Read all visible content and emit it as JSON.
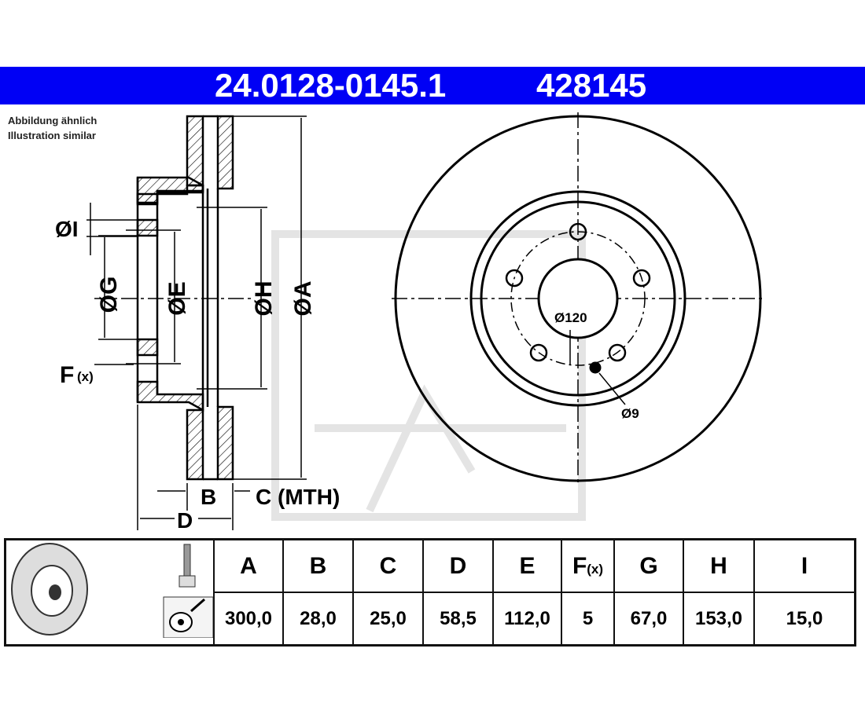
{
  "header": {
    "part_number": "24.0128-0145.1",
    "short_number": "428145"
  },
  "note": {
    "de": "Abbildung ähnlich",
    "en": "Illustration similar"
  },
  "drawing": {
    "labels": {
      "I": "ØI",
      "G": "ØG",
      "E": "ØE",
      "H": "ØH",
      "A": "ØA",
      "F": "F",
      "Fx": "(x)",
      "B": "B",
      "C": "C (MTH)",
      "D": "D",
      "pcd": "Ø120",
      "hole": "Ø9"
    },
    "bolt_holes": 5
  },
  "table": {
    "headers": [
      "A",
      "B",
      "C",
      "D",
      "E",
      "F",
      "G",
      "H",
      "I"
    ],
    "f_suffix": "(x)",
    "values": [
      "300,0",
      "28,0",
      "25,0",
      "58,5",
      "112,0",
      "5",
      "67,0",
      "153,0",
      "15,0"
    ]
  },
  "colors": {
    "header_bg": "#0000f5",
    "header_text": "#ffffff"
  }
}
